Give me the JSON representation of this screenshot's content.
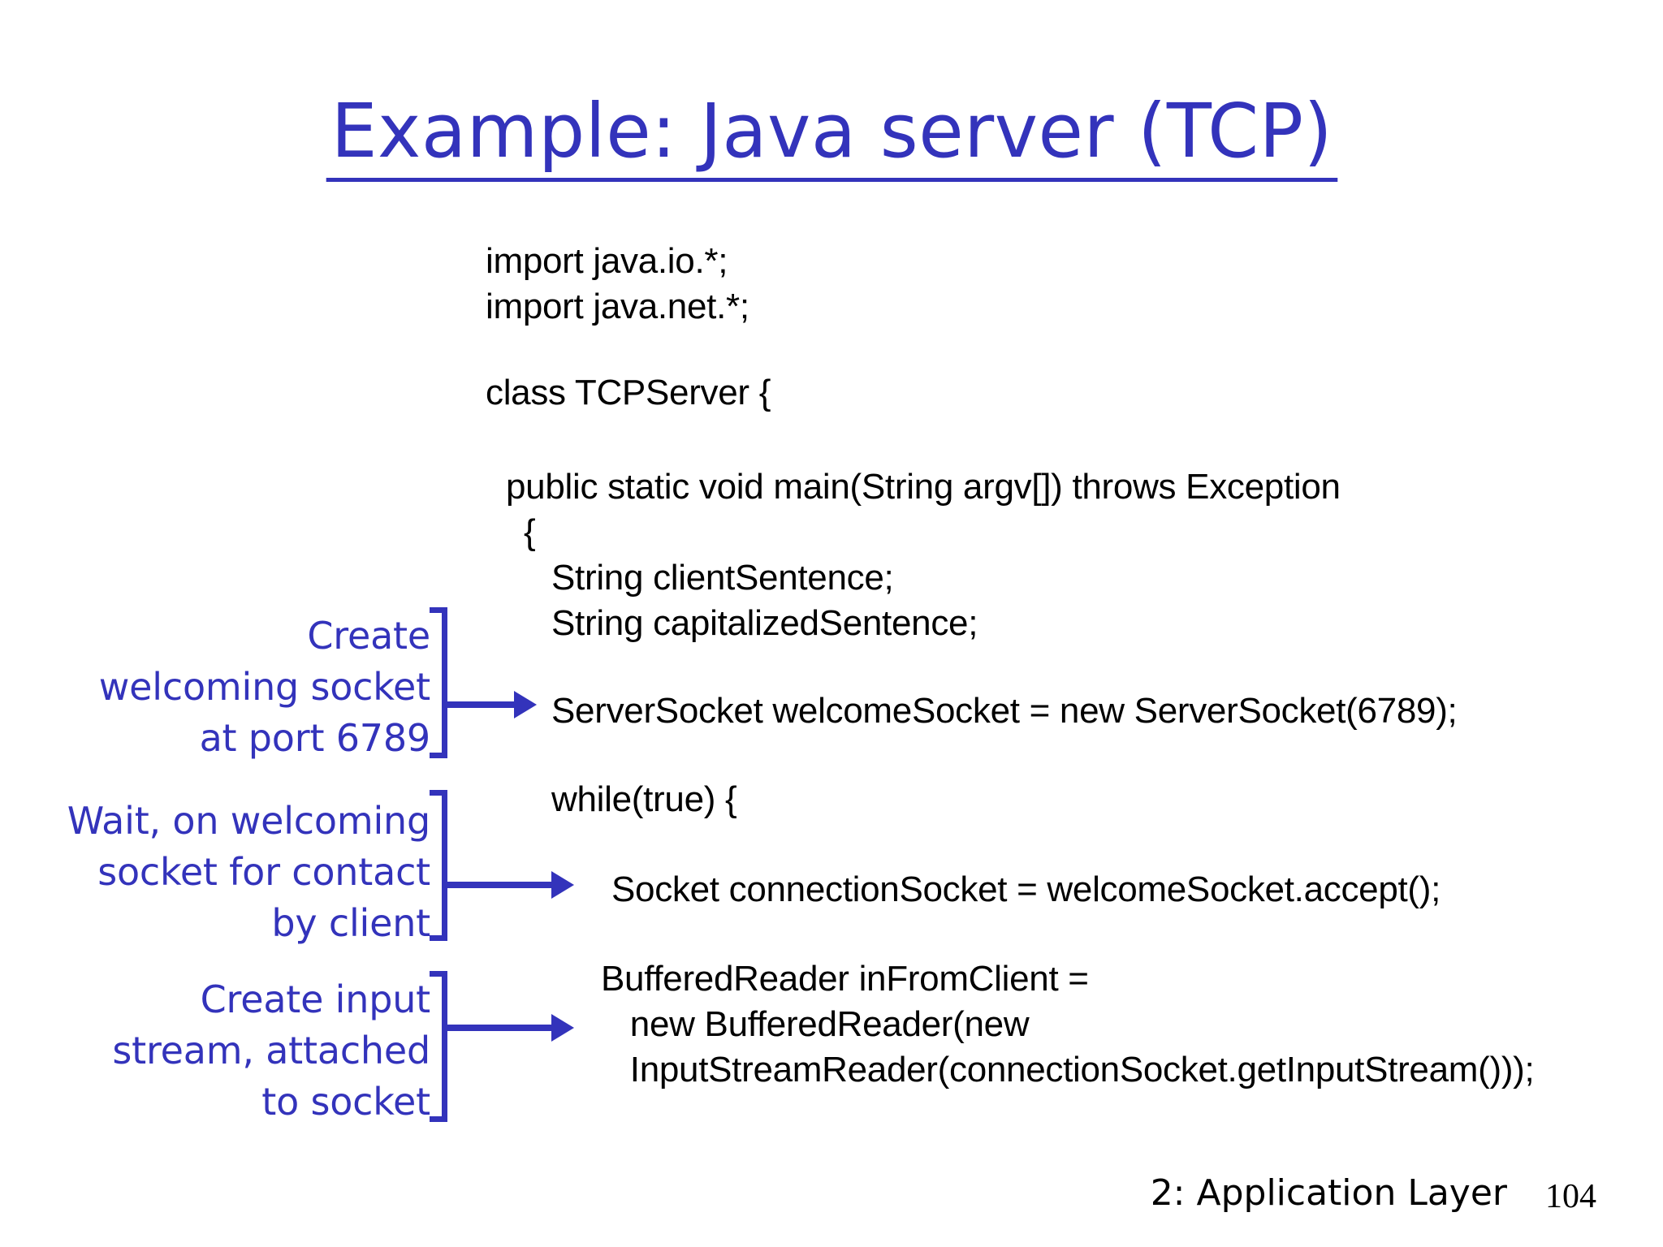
{
  "slide": {
    "title": "Example: Java server (TCP)",
    "title_color": "#3333bb",
    "background_color": "#ffffff",
    "code_color": "#000000"
  },
  "code": {
    "imports": "import java.io.*;\nimport java.net.*;",
    "class_decl": "class TCPServer {",
    "main_decl": "public static void main(String argv[]) throws Exception",
    "open_brace": "{",
    "string_decls": "String clientSentence;\nString capitalizedSentence;",
    "server_socket": "ServerSocket welcomeSocket = new ServerSocket(6789);",
    "while_loop": "while(true) {",
    "connection_socket": "Socket connectionSocket = welcomeSocket.accept();",
    "buffered_reader": "BufferedReader inFromClient =\n   new BufferedReader(new\n   InputStreamReader(connectionSocket.getInputStream()));"
  },
  "annotations": [
    {
      "id": "create-welcoming-socket",
      "text": "Create\nwelcoming socket\nat port 6789"
    },
    {
      "id": "wait-on-welcoming-socket",
      "text": "Wait, on welcoming\nsocket for contact\nby client"
    },
    {
      "id": "create-input-stream",
      "text": "Create input\nstream, attached\nto socket"
    }
  ],
  "footer": {
    "chapter": "2: Application Layer",
    "page_number": "104"
  }
}
